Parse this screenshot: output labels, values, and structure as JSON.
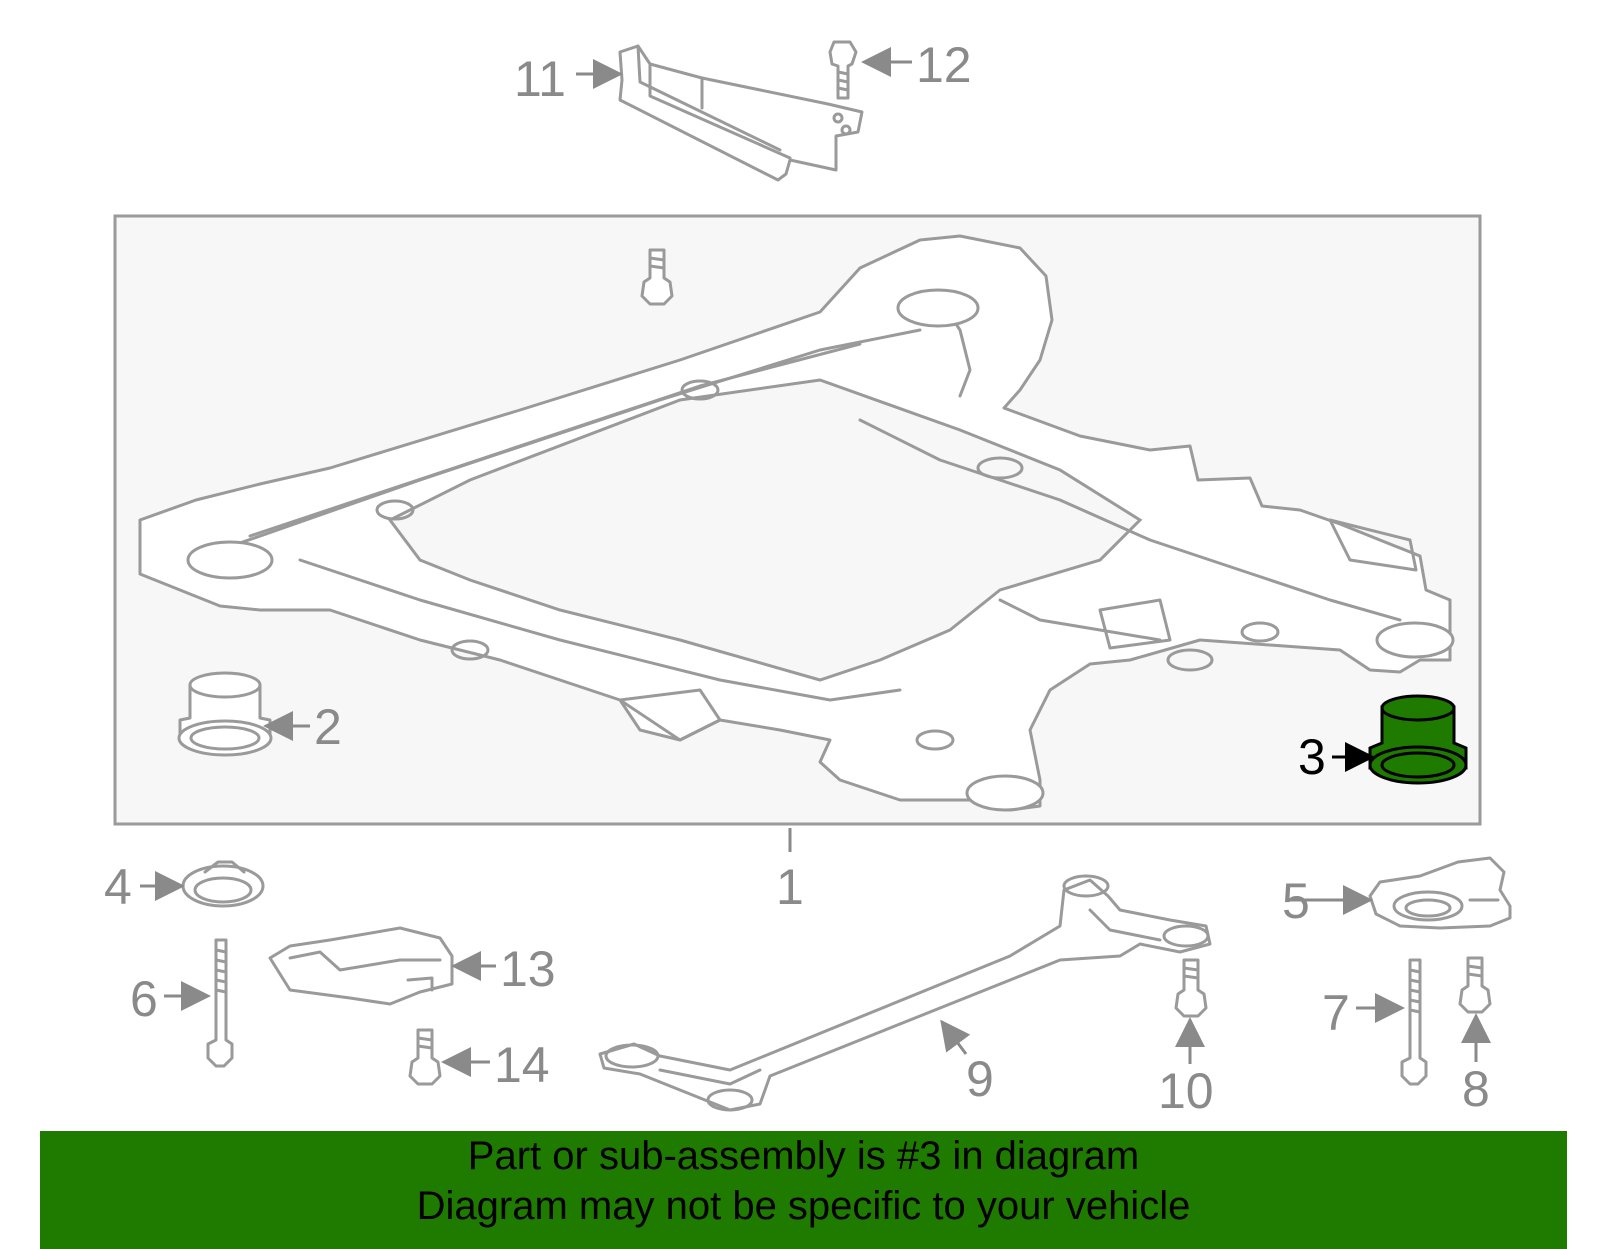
{
  "callouts": {
    "c1": "1",
    "c2": "2",
    "c3": "3",
    "c4": "4",
    "c5": "5",
    "c6": "6",
    "c7": "7",
    "c8": "8",
    "c9": "9",
    "c10": "10",
    "c11": "11",
    "c12": "12",
    "c13": "13",
    "c14": "14"
  },
  "highlight": {
    "part": "3",
    "color": "#1f7a00"
  },
  "banner": {
    "line1": "Part or sub-assembly is #3 in diagram",
    "line2": "Diagram may not be specific to your vehicle",
    "color": "#1f7a00"
  }
}
